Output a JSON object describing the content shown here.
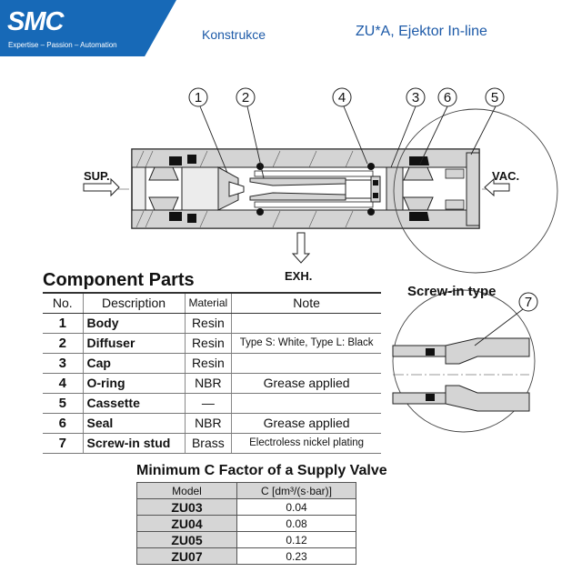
{
  "brand": {
    "logo": "SMC",
    "tagline": "Expertise – Passion – Automation"
  },
  "header": {
    "section": "Konstrukce",
    "product": "ZU*A, Ejektor In-line"
  },
  "diagram": {
    "callouts": [
      "1",
      "2",
      "4",
      "3",
      "6",
      "5"
    ],
    "port_sup": "SUP.",
    "port_vac": "VAC.",
    "port_exh": "EXH."
  },
  "parts": {
    "title": "Component Parts",
    "headers": {
      "no": "No.",
      "description": "Description",
      "material": "Material",
      "note": "Note"
    },
    "rows": [
      {
        "no": "1",
        "description": "Body",
        "material": "Resin",
        "note": ""
      },
      {
        "no": "2",
        "description": "Diffuser",
        "material": "Resin",
        "note": "Type S: White, Type L: Black"
      },
      {
        "no": "3",
        "description": "Cap",
        "material": "Resin",
        "note": ""
      },
      {
        "no": "4",
        "description": "O-ring",
        "material": "NBR",
        "note": "Grease applied"
      },
      {
        "no": "5",
        "description": "Cassette",
        "material": "—",
        "note": ""
      },
      {
        "no": "6",
        "description": "Seal",
        "material": "NBR",
        "note": "Grease applied"
      },
      {
        "no": "7",
        "description": "Screw-in stud",
        "material": "Brass",
        "note": "Electroless nickel plating"
      }
    ]
  },
  "screw_in": {
    "title": "Screw-in type",
    "callout": "7"
  },
  "cfactor": {
    "title": "Minimum C Factor of a Supply Valve",
    "headers": {
      "model": "Model",
      "c": "C [dm³/(s·bar)]"
    },
    "rows": [
      {
        "model": "ZU03",
        "c": "0.04"
      },
      {
        "model": "ZU04",
        "c": "0.08"
      },
      {
        "model": "ZU05",
        "c": "0.12"
      },
      {
        "model": "ZU07",
        "c": "0.23"
      }
    ]
  },
  "colors": {
    "brand_blue": "#1769b7",
    "header_text": "#1d5aa8",
    "part_gray": "#d4d4d4",
    "seal_black": "#111111"
  }
}
